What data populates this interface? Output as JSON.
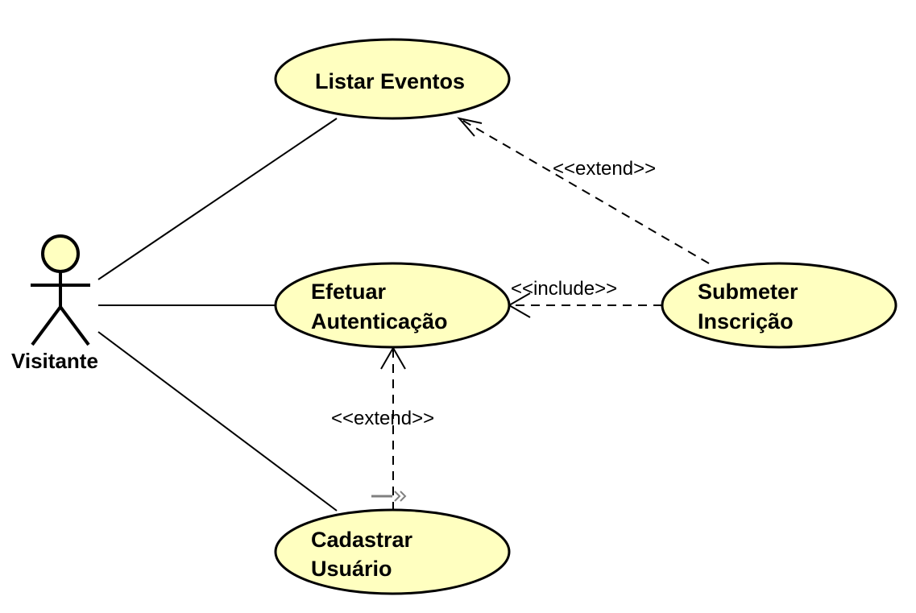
{
  "diagram": {
    "type": "use-case",
    "colors": {
      "usecase_fill": "#ffffc0",
      "stroke": "#000000",
      "marker": "#808080"
    },
    "actor": {
      "name": "Visitante"
    },
    "use_cases": {
      "listar_eventos": {
        "lines": [
          "Listar Eventos"
        ]
      },
      "efetuar_autenticacao": {
        "lines": [
          "Efetuar",
          "Autenticação"
        ]
      },
      "submeter_inscricao": {
        "lines": [
          "Submeter",
          "Inscrição"
        ]
      },
      "cadastrar_usuario": {
        "lines": [
          "Cadastrar",
          "Usuário"
        ]
      }
    },
    "relations": [
      {
        "kind": "association",
        "from": "Visitante",
        "to": "Listar Eventos"
      },
      {
        "kind": "association",
        "from": "Visitante",
        "to": "Efetuar Autenticação"
      },
      {
        "kind": "association",
        "from": "Visitante",
        "to": "Cadastrar Usuário"
      },
      {
        "kind": "extend",
        "from": "Submeter Inscrição",
        "to": "Listar Eventos",
        "label": "<<extend>>"
      },
      {
        "kind": "include",
        "from": "Submeter Inscrição",
        "to": "Efetuar Autenticação",
        "label": "<<include>>"
      },
      {
        "kind": "extend",
        "from": "Cadastrar Usuário",
        "to": "Efetuar Autenticação",
        "label": "<<extend>>"
      }
    ]
  }
}
